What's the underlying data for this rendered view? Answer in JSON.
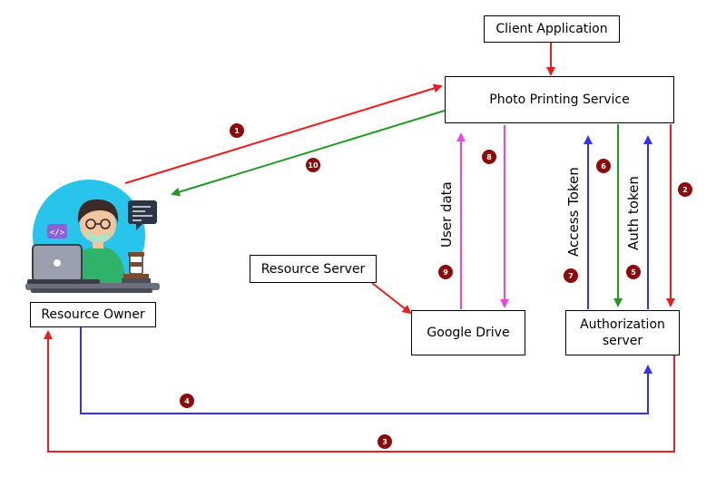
{
  "boxes": {
    "client_app": "Client Application",
    "photo_service": "Photo Printing Service",
    "resource_server": "Resource Server",
    "google_drive": "Google Drive",
    "auth_server_line1": "Authorization",
    "auth_server_line2": "server",
    "resource_owner": "Resource Owner"
  },
  "labels": {
    "user_data": "User data",
    "access_token": "Access Token",
    "auth_token": "Auth token"
  },
  "steps": [
    "1",
    "2",
    "3",
    "4",
    "5",
    "6",
    "7",
    "8",
    "9",
    "10"
  ],
  "colors": {
    "red": "#ee1c1c",
    "green": "#229922",
    "blue": "#3333ee",
    "magenta": "#ee44ee",
    "badge": "#8b0a0a"
  },
  "icons": {
    "owner_illustration": "developer-at-laptop-icon",
    "code_bubble": "code-bubble-icon"
  }
}
